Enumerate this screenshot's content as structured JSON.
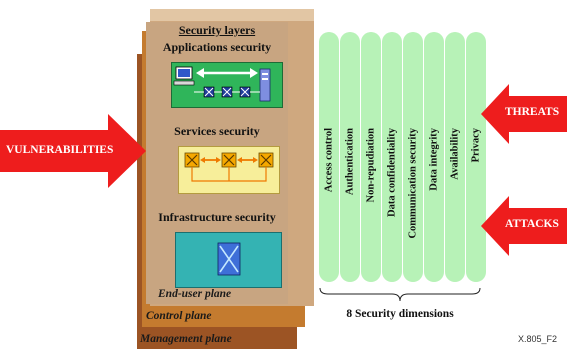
{
  "diagram": {
    "layers_heading": "Security layers",
    "layers": [
      {
        "label": "Applications security"
      },
      {
        "label": "Services security"
      },
      {
        "label": "Infrastructure security"
      }
    ],
    "planes": [
      {
        "label": "End-user plane"
      },
      {
        "label": "Control plane"
      },
      {
        "label": "Management plane"
      }
    ],
    "dimensions": [
      "Access control",
      "Authentication",
      "Non-repudiation",
      "Data confidentiality",
      "Communication security",
      "Data integrity",
      "Availability",
      "Privacy"
    ],
    "dimensions_label": "8 Security dimensions",
    "arrows": {
      "vulnerabilities": "VULNERABILITIES",
      "threats": "THREATS",
      "attacks": "ATTACKS"
    },
    "figure_code": "X.805_F2",
    "colors": {
      "arrow_red": "#ee1d1d",
      "pill_green": "#b7f2b7",
      "application_box": "#2fb55a",
      "services_box": "#f7ee9a",
      "infrastructure_box": "#34b3b3",
      "management_plane": "#9c5424",
      "control_plane": "#c47b2f",
      "end_user_plane": "#cfa87f"
    }
  }
}
